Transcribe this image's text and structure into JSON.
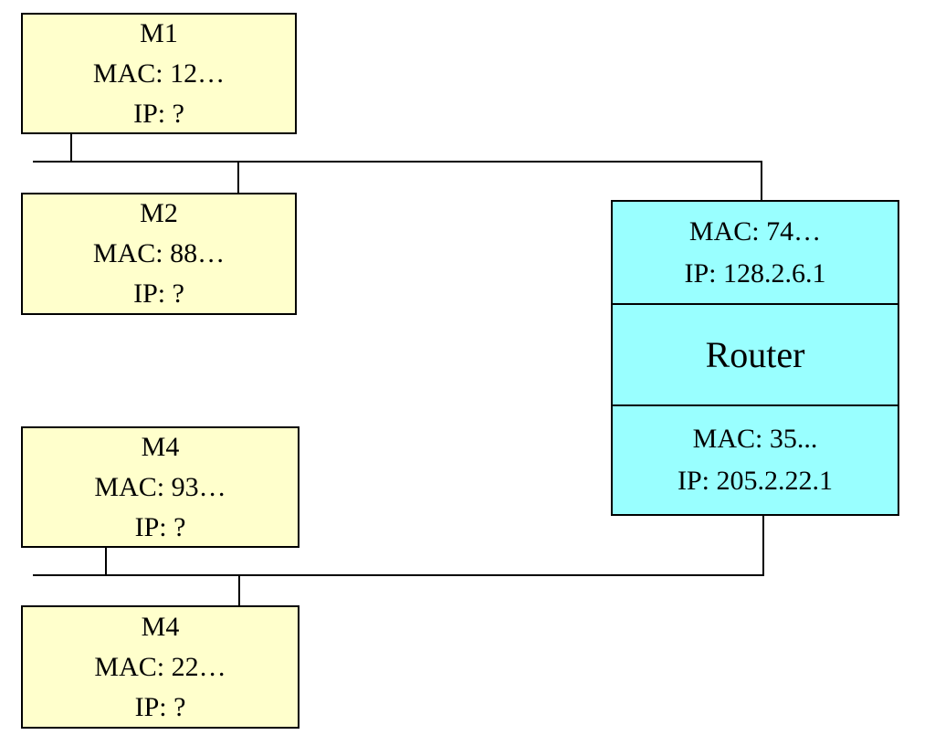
{
  "diagram": {
    "title": "ethernet-lans-with-router",
    "colors": {
      "host_fill": "#FFFFCC",
      "router_fill": "#99FFFF",
      "stroke": "#000000",
      "background": "#FFFFFF"
    },
    "hosts": [
      {
        "name": "M1",
        "mac": "MAC: 12…",
        "ip": "IP: ?"
      },
      {
        "name": "M2",
        "mac": "MAC: 88…",
        "ip": "IP: ?"
      },
      {
        "name": "M4",
        "mac": "MAC: 93…",
        "ip": "IP: ?"
      },
      {
        "name": "M4",
        "mac": "MAC: 22…",
        "ip": "IP: ?"
      }
    ],
    "router": {
      "label": "Router",
      "top_interface": {
        "mac": "MAC: 74…",
        "ip": "IP: 128.2.6.1"
      },
      "bottom_interface": {
        "mac": "MAC: 35...",
        "ip": "IP: 205.2.22.1"
      }
    }
  }
}
